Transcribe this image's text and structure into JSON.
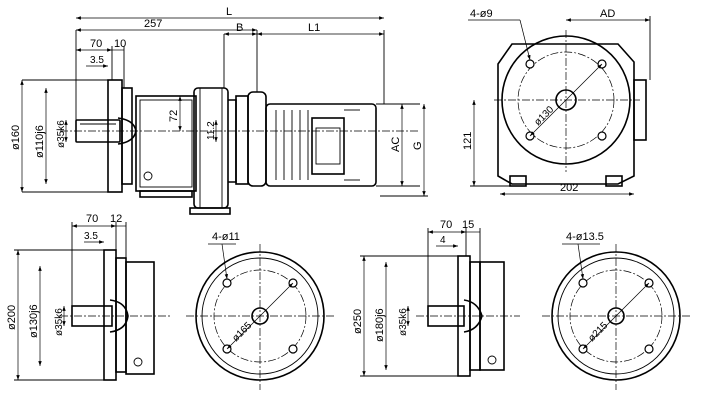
{
  "labels": {
    "L": "L",
    "d257": "257",
    "B": "B",
    "L1": "L1",
    "d70_top": "70",
    "d10": "10",
    "d3_5_top": "3.5",
    "phi160": "ø160",
    "phi110j6": "ø110j6",
    "phi35k6_top": "ø35k6",
    "d72": "72",
    "d11_2": "11.2",
    "AC": "AC",
    "G": "G",
    "hole_4phi9": "4-ø9",
    "AD": "AD",
    "phi130": "ø130",
    "d121": "121",
    "d202": "202",
    "d70_bl": "70",
    "d12": "12",
    "d3_5_bl": "3.5",
    "phi200": "ø200",
    "phi130j6": "ø130j6",
    "phi35k6_bl": "ø35k6",
    "hole_4phi11": "4-ø11",
    "phi165": "ø165",
    "d70_br": "70",
    "d15": "15",
    "d4": "4",
    "phi250": "ø250",
    "phi180j6": "ø180j6",
    "phi35k6_br": "ø35k6",
    "hole_4phi13_5": "4-ø13.5",
    "phi215": "ø215"
  }
}
